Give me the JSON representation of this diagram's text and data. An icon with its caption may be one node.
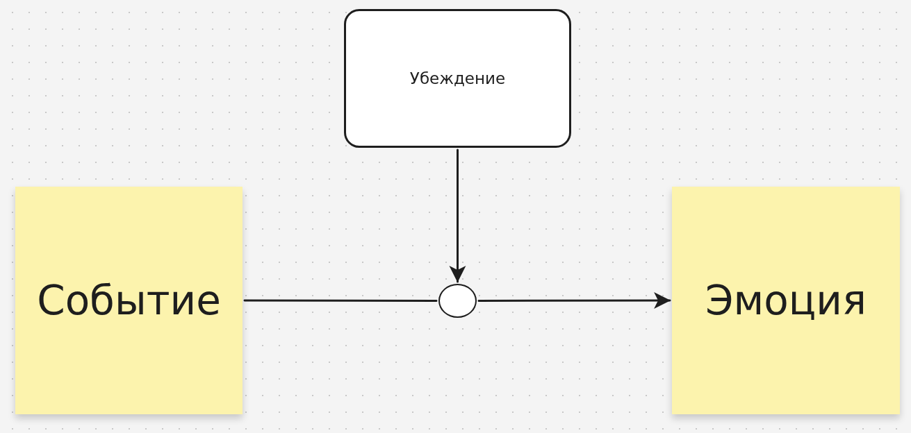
{
  "diagram": {
    "nodes": [
      {
        "text": [
          "Убеждение"
        ]
      },
      {
        "text": [
          "Событие"
        ]
      },
      {
        "text": [],
        "shape": "circle"
      },
      {
        "text": [
          "Эмоция"
        ]
      }
    ],
    "edges": [
      {
        "from": 0,
        "to": 2,
        "arrow": "to"
      },
      {
        "from": 1,
        "to": 2,
        "arrow": "none"
      },
      {
        "from": 2,
        "to": 3,
        "arrow": "to"
      }
    ]
  }
}
